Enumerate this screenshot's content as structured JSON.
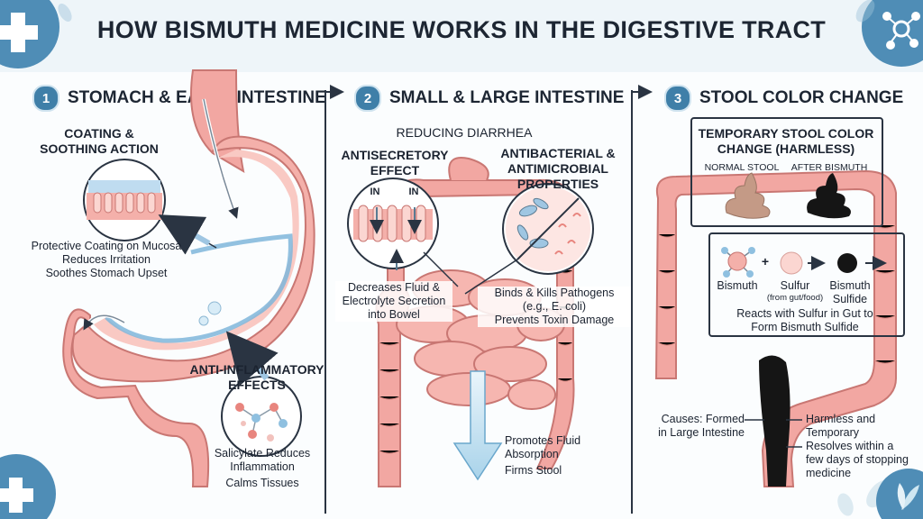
{
  "title": "HOW BISMUTH MEDICINE WORKS IN THE DIGESTIVE TRACT",
  "sections": [
    {
      "num": "1",
      "title": "STOMACH & EARLY INTESTINE"
    },
    {
      "num": "2",
      "title": "SMALL & LARGE INTESTINE"
    },
    {
      "num": "3",
      "title": "STOOL COLOR CHANGE"
    }
  ],
  "s1": {
    "coating_title": "COATING &\nSOOTHING ACTION",
    "coating_desc": [
      "Protective Coating on Mucosa",
      "Reduces Irritation",
      "Soothes Stomach Upset"
    ],
    "anti_title": "ANTI-INFLAMMATORY\nEFFECTS",
    "anti_desc": [
      "Salicylate Reduces",
      "Inflammation",
      "Calms Tissues"
    ]
  },
  "s2": {
    "reducing": "REDUCING DIARRHEA",
    "antisecretory_title": "ANTISECRETORY\nEFFECT",
    "in_label": "IN",
    "antisecretory_desc": [
      "Decreases Fluid &",
      "Electrolyte Secretion",
      "into Bowel"
    ],
    "antibacterial_title": "ANTIBACTERIAL &\nANTIMICROBIAL\nPROPERTIES",
    "antibacterial_desc": [
      "Binds & Kills Pathogens",
      "(e.g., E. coli)",
      "Prevents Toxin Damage"
    ],
    "promotes": [
      "Promotes Fluid",
      "Absorption",
      "Firms Stool"
    ]
  },
  "s3": {
    "box_title": "TEMPORARY STOOL COLOR\nCHANGE (HARMLESS)",
    "normal": "NORMAL STOOL",
    "after": "AFTER BISMUTH",
    "bismuth": "Bismuth",
    "plus": "+",
    "sulfur": "Sulfur",
    "sulfur_sub": "(from gut/food)",
    "sulfide": "Bismuth\nSulfide",
    "reacts": "Reacts with Sulfur in Gut to\nForm Bismuth Sulfide",
    "causes": "Causes: Formed\nin Large Intestine",
    "harmless": "Harmless and\nTemporary",
    "resolves": "Resolves within a\nfew days of stopping\nmedicine"
  },
  "colors": {
    "accent": "#3f7fa8",
    "tissue": "#f2a7a2",
    "tissue_dark": "#d97f7b",
    "stool_normal": "#c49a86",
    "stool_dark": "#151515"
  }
}
